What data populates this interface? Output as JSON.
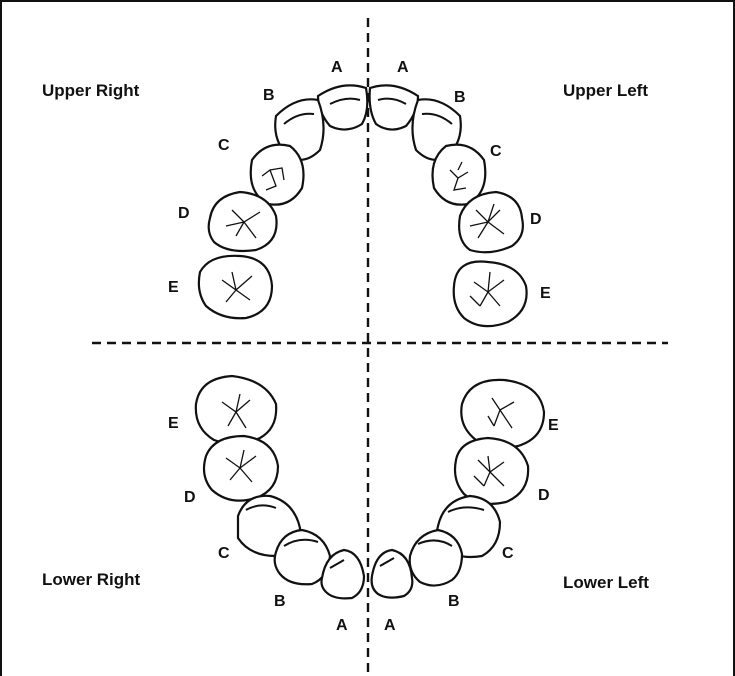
{
  "quadrants": {
    "upper_right": "Upper Right",
    "upper_left": "Upper Left",
    "lower_right": "Lower Right",
    "lower_left": "Lower Left"
  },
  "teeth": {
    "upper_right": [
      "A",
      "B",
      "C",
      "D",
      "E"
    ],
    "upper_left": [
      "A",
      "B",
      "C",
      "D",
      "E"
    ],
    "lower_right": [
      "A",
      "B",
      "C",
      "D",
      "E"
    ],
    "lower_left": [
      "A",
      "B",
      "C",
      "D",
      "E"
    ]
  }
}
